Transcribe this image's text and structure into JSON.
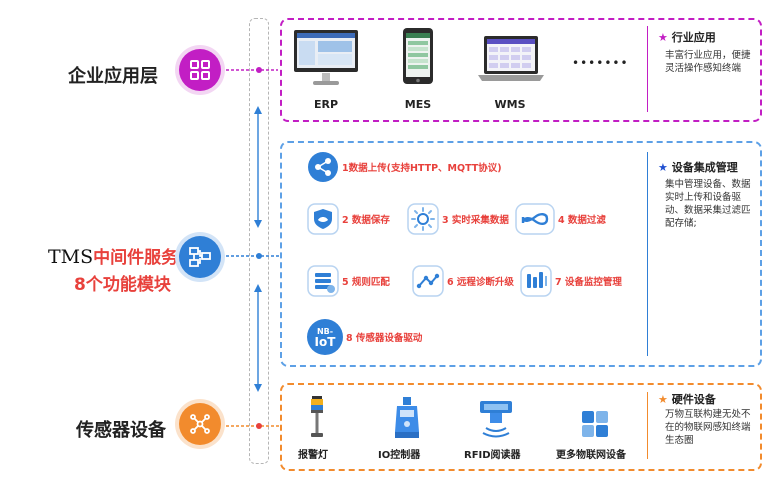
{
  "layers": {
    "enterprise": {
      "label": "企业应用层",
      "color": "#c21ec4"
    },
    "tms": {
      "label_prefix": "TMS",
      "label_rest": "中间件服务",
      "sub_label": "8个功能模块",
      "color": "#2f7fd6"
    },
    "sensor": {
      "label": "传感器设备",
      "color": "#f28b2d"
    }
  },
  "enterprise_box": {
    "apps": [
      {
        "label": "ERP",
        "icon": "desktop-monitor-icon"
      },
      {
        "label": "MES",
        "icon": "tablet-icon"
      },
      {
        "label": "WMS",
        "icon": "laptop-icon"
      }
    ],
    "more": "•••••••",
    "side_title": "行业应用",
    "side_desc": "丰富行业应用，便捷灵活操作感知终端"
  },
  "tms_box": {
    "modules": [
      {
        "label": "1数据上传(支持HTTP、MQTT协议)",
        "icon": "upload-share-icon"
      },
      {
        "label": "2 数据保存",
        "icon": "shield-save-icon"
      },
      {
        "label": "3 实时采集数据",
        "icon": "sun-collect-icon"
      },
      {
        "label": "4 数据过滤",
        "icon": "infinity-filter-icon"
      },
      {
        "label": "5 规则匹配",
        "icon": "stack-rules-icon"
      },
      {
        "label": "6 远程诊断升级",
        "icon": "diagnosis-chart-icon"
      },
      {
        "label": "7 设备监控管理",
        "icon": "monitor-bars-icon"
      },
      {
        "label": "8 传感器设备驱动",
        "icon": "nb-iot-icon",
        "badge_top": "NB-",
        "badge_bottom": "IoT"
      }
    ],
    "side_title": "设备集成管理",
    "side_desc": "集中管理设备、数据实时上传和设备驱动、数据采集过滤匹配存储;"
  },
  "sensor_box": {
    "devices": [
      {
        "label": "报警灯",
        "icon": "alarm-lamp-icon"
      },
      {
        "label": "IO控制器",
        "icon": "io-controller-icon"
      },
      {
        "label": "RFID阅读器",
        "icon": "rfid-reader-icon"
      },
      {
        "label": "更多物联网设备",
        "icon": "iot-devices-icon"
      }
    ],
    "side_title": "硬件设备",
    "side_desc": "万物互联构建无处不在的物联网感知终端生态圈"
  },
  "colors": {
    "magenta": "#c21ec4",
    "blue": "#2f7fd6",
    "orange": "#f28b2d",
    "red_text": "#e8413c",
    "tms_red": "#e8413c"
  }
}
